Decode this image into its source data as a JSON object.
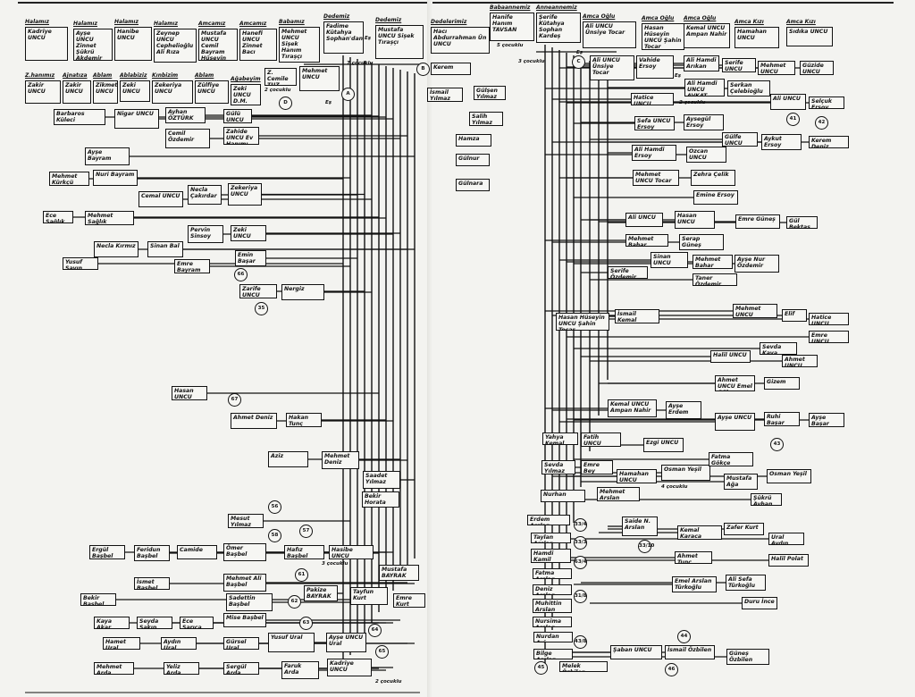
{
  "nodes": [
    {
      "title": "Halamız",
      "name": "Kadriye UNCU"
    },
    {
      "title": "Halamız",
      "name": "Ayşe UNCU Zinnet Şükrü Akdemir"
    },
    {
      "title": "Halamız",
      "name": "Hanibe UNCU"
    },
    {
      "title": "Halamız",
      "name": "Zeynep UNCU Cephelioğlu Ali Rıza"
    },
    {
      "title": "Amcamız",
      "name": "Mustafa UNCU Cemil Bayram Hüseyin Zeki"
    },
    {
      "title": "Amcamız",
      "name": "Hanefi UNCU Zinnet Bacı"
    },
    {
      "title": "Babamız",
      "name": "Mehmet UNCU Sişek Hanım Tıraşçı"
    },
    {
      "title": "Dedemiz",
      "name": "Fadime Kütahya Sophan'dan"
    },
    {
      "title": "Dedemiz",
      "name": "Mustafa UNCU Sişek Tıraşçı"
    },
    {
      "title": "Dedelerimiz",
      "name": "Hacı Abdurrahman Ün UNCU"
    },
    {
      "title": "Babaannemiz",
      "name": "Hanife Hanım TAVSAN"
    },
    {
      "title": "Anneannemiz",
      "name": "Şerife Kütahya Sophan Kardeş"
    },
    {
      "title": "Amca Oğlu",
      "name": "Ali UNCU Ünsiye Tocar"
    },
    {
      "title": "Amca Oğlu",
      "name": "Hasan Hüseyin UNCU Şahin Tocar"
    },
    {
      "title": "Amca Oğlu",
      "name": "Kemal UNCU Ampan Nahir"
    },
    {
      "title": "Amca Kızı",
      "name": "Hamahan UNCU"
    },
    {
      "title": "Amca Kızı",
      "name": "Sıdıka UNCU"
    },
    {
      "title": "Z.hanımız",
      "name": "Zakir UNCU"
    },
    {
      "title": "Ajnatıza",
      "name": "Zakir UNCU"
    },
    {
      "title": "Ablam",
      "name": "Zikmet UNCU"
    },
    {
      "title": "Ablabiziz",
      "name": "Zeki UNCU"
    },
    {
      "title": "Kınbizim",
      "name": "Zekeriya UNCU"
    },
    {
      "title": "Ablam",
      "name": "Zülfiye UNCU"
    },
    {
      "title": "Ağabeyim",
      "name": "Zeki UNCU D.M. Ofisi"
    },
    {
      "title": "",
      "name": "Z. Cemile TUZ Harp Kaf."
    },
    {
      "title": "",
      "name": "Mehmet UNCU"
    },
    {
      "title": "",
      "name": "Ayhan ÖZTÜRK"
    },
    {
      "title": "",
      "name": "Gülü UNCU"
    },
    {
      "title": "",
      "name": "Barbaros Küleci"
    },
    {
      "title": "",
      "name": "Nigar UNCU"
    },
    {
      "title": "",
      "name": "Cemil Özdemir"
    },
    {
      "title": "",
      "name": "Zahide UNCU Ev Hanımı"
    },
    {
      "title": "",
      "name": "Ayşe Bayram"
    },
    {
      "title": "",
      "name": "Mehmet Kürkçü"
    },
    {
      "title": "",
      "name": "Nuri Bayram"
    },
    {
      "title": "",
      "name": "Necla Çakırdar"
    },
    {
      "title": "",
      "name": "Zekeriya UNCU"
    },
    {
      "title": "",
      "name": "Cemal UNCU"
    },
    {
      "title": "",
      "name": "Ece Sağlık"
    },
    {
      "title": "",
      "name": "Mehmet Sağlık"
    },
    {
      "title": "",
      "name": "Pervin Sinsoy"
    },
    {
      "title": "",
      "name": "Zeki UNCU"
    },
    {
      "title": "",
      "name": "Necla Kırmız"
    },
    {
      "title": "",
      "name": "Sinan Bal"
    },
    {
      "title": "",
      "name": "Yusuf Sayın"
    },
    {
      "title": "",
      "name": "Emre Bayram"
    },
    {
      "title": "",
      "name": "Emin Başar"
    },
    {
      "title": "",
      "name": "Zarife UNCU"
    },
    {
      "title": "",
      "name": "Nergiz"
    },
    {
      "title": "",
      "name": "Hasan UNCU"
    },
    {
      "title": "",
      "name": "Hakan Tunç"
    },
    {
      "title": "",
      "name": "Ahmet Deniz"
    },
    {
      "title": "",
      "name": "Aziz"
    },
    {
      "title": "",
      "name": "Mehmet Deniz"
    },
    {
      "title": "",
      "name": "Saadet Yılmaz"
    },
    {
      "title": "",
      "name": "Bekir Horata"
    },
    {
      "title": "",
      "name": "Mesut Yılmaz"
    },
    {
      "title": "",
      "name": "Hafız Başbel"
    },
    {
      "title": "",
      "name": "Hasibe UNCU"
    },
    {
      "title": "",
      "name": "Ergül Başbel"
    },
    {
      "title": "",
      "name": "Feridun Başbel"
    },
    {
      "title": "",
      "name": "Camide"
    },
    {
      "title": "",
      "name": "Ömer Başbel"
    },
    {
      "title": "",
      "name": "Mustafa BAYRAK"
    },
    {
      "title": "",
      "name": "Mehmet Ali Başbel"
    },
    {
      "title": "",
      "name": "İsmet Başbel"
    },
    {
      "title": "",
      "name": "Pakize BAYRAK"
    },
    {
      "title": "",
      "name": "Tayfun Kurt"
    },
    {
      "title": "",
      "name": "Emre Kurt"
    },
    {
      "title": "",
      "name": "Bekir Başbel"
    },
    {
      "title": "",
      "name": "Sadettin Başbel"
    },
    {
      "title": "",
      "name": "Kaya Akar"
    },
    {
      "title": "",
      "name": "Seyda Sakıp"
    },
    {
      "title": "",
      "name": "Ece Sarıca"
    },
    {
      "title": "",
      "name": "Mise Başbel"
    },
    {
      "title": "",
      "name": "Hamet Ural"
    },
    {
      "title": "",
      "name": "Aydın Ural"
    },
    {
      "title": "",
      "name": "Gürsel Ural"
    },
    {
      "title": "",
      "name": "Yusuf Ural"
    },
    {
      "title": "",
      "name": "Ayşe UNCU Ural"
    },
    {
      "title": "",
      "name": "Mehmet Arda"
    },
    {
      "title": "",
      "name": "Yeliz Arda"
    },
    {
      "title": "",
      "name": "Sergül Arda"
    },
    {
      "title": "",
      "name": "Faruk Arda"
    },
    {
      "title": "",
      "name": "Kadriye UNCU"
    },
    {
      "title": "",
      "name": "Kerem"
    },
    {
      "title": "",
      "name": "İsmail Yılmaz"
    },
    {
      "title": "",
      "name": "Gülşen Yılmaz"
    },
    {
      "title": "",
      "name": "Salih Yılmaz"
    },
    {
      "title": "",
      "name": "Hamza"
    },
    {
      "title": "",
      "name": "Gülnur"
    },
    {
      "title": "",
      "name": "Gülnara"
    },
    {
      "title": "",
      "name": "Ali UNCU Ünsiye Tocar"
    },
    {
      "title": "",
      "name": "Vahide Ersoy"
    },
    {
      "title": "",
      "name": "Ali Hamdi Arıkan"
    },
    {
      "title": "",
      "name": "Serife UNCU Ersoy"
    },
    {
      "title": "",
      "name": "Mehmet UNCU Tocar"
    },
    {
      "title": "",
      "name": "Güzide UNCU"
    },
    {
      "title": "",
      "name": "Ali Hamdi UNCU AVKAT"
    },
    {
      "title": "",
      "name": "Serkan Çelebioğlu"
    },
    {
      "title": "",
      "name": "Hatice UNCU"
    },
    {
      "title": "",
      "name": "Ali UNCU"
    },
    {
      "title": "",
      "name": "Selçuk Ersoy"
    },
    {
      "title": "",
      "name": "Sefa UNCU Ersoy"
    },
    {
      "title": "",
      "name": "Aysegül Ersoy"
    },
    {
      "title": "",
      "name": "Gülfe UNCU"
    },
    {
      "title": "",
      "name": "Aykut Ersoy"
    },
    {
      "title": "",
      "name": "Ali Hamdi Ersoy"
    },
    {
      "title": "",
      "name": "Ozcan UNCU"
    },
    {
      "title": "",
      "name": "Kerem Deniz"
    },
    {
      "title": "",
      "name": "Mehmet UNCU Tocar"
    },
    {
      "title": "",
      "name": "Zehra Çelik"
    },
    {
      "title": "",
      "name": "Emine Ersoy"
    },
    {
      "title": "",
      "name": "Ali UNCU"
    },
    {
      "title": "",
      "name": "Hasan UNCU"
    },
    {
      "title": "",
      "name": "Emre Güneş"
    },
    {
      "title": "",
      "name": "Gül Bektaş"
    },
    {
      "title": "",
      "name": "Mehmet Bahar"
    },
    {
      "title": "",
      "name": "Serap Güneş"
    },
    {
      "title": "",
      "name": "Sinan UNCU"
    },
    {
      "title": "",
      "name": "Mehmet Bahar"
    },
    {
      "title": "",
      "name": "Ayşe Nur Özdemir"
    },
    {
      "title": "",
      "name": "Serife Özdemir"
    },
    {
      "title": "",
      "name": "Taner Özdemir"
    },
    {
      "title": "",
      "name": "Hasan Hüseyin UNCU Şahin Tocar"
    },
    {
      "title": "",
      "name": "İsmail Kemal"
    },
    {
      "title": "",
      "name": "Mehmet UNCU"
    },
    {
      "title": "",
      "name": "Elif"
    },
    {
      "title": "",
      "name": "Hatice UNCU"
    },
    {
      "title": "",
      "name": "Emre UNCU"
    },
    {
      "title": "",
      "name": "Sevda Kaya"
    },
    {
      "title": "",
      "name": "Halil UNCU"
    },
    {
      "title": "",
      "name": "Ahmet UNCU"
    },
    {
      "title": "",
      "name": "Ahmet UNCU Emel Gülşen"
    },
    {
      "title": "",
      "name": "Gizem"
    },
    {
      "title": "",
      "name": "Kemal UNCU Ampan Nahir"
    },
    {
      "title": "",
      "name": "Ayşe Erdem"
    },
    {
      "title": "",
      "name": "Ayşe UNCU"
    },
    {
      "title": "",
      "name": "Ruhi Başar"
    },
    {
      "title": "",
      "name": "Ayşe Başar"
    },
    {
      "title": "",
      "name": "Yahya Kemal"
    },
    {
      "title": "",
      "name": "Fatih UNCU"
    },
    {
      "title": "",
      "name": "Ezgi UNCU"
    },
    {
      "title": "",
      "name": "Sevda Yılmaz"
    },
    {
      "title": "",
      "name": "Emre Bey"
    },
    {
      "title": "",
      "name": "Hamahan UNCU"
    },
    {
      "title": "",
      "name": "Osman Yeşil"
    },
    {
      "title": "",
      "name": "Osman Yeşil"
    },
    {
      "title": "",
      "name": "Fatma Gökçe"
    },
    {
      "title": "",
      "name": "Mustafa Ağa"
    },
    {
      "title": "",
      "name": "Nurhan"
    },
    {
      "title": "",
      "name": "Mehmet Arslan"
    },
    {
      "title": "",
      "name": "Saide N. Arslan"
    },
    {
      "title": "",
      "name": "Erdem Arslan"
    },
    {
      "title": "",
      "name": "Taylan Arslan"
    },
    {
      "title": "",
      "name": "Hamdi Kamil Arslan"
    },
    {
      "title": "",
      "name": "Fatma Arslan"
    },
    {
      "title": "",
      "name": "Deniz Arslan"
    },
    {
      "title": "",
      "name": "Muhittin Arslan"
    },
    {
      "title": "",
      "name": "Nursima Arslan"
    },
    {
      "title": "",
      "name": "Nurdan Ayi"
    },
    {
      "title": "",
      "name": "Bilge Arslan"
    },
    {
      "title": "",
      "name": "Şaban UNCU"
    },
    {
      "title": "",
      "name": "İsmail Özbilen"
    },
    {
      "title": "",
      "name": "Melek Özbilen"
    },
    {
      "title": "",
      "name": "Güneş Özbilen"
    },
    {
      "title": "",
      "name": "Emel Arslan Türkoğlu"
    },
    {
      "title": "",
      "name": "Ali Sefa Türkoğlu"
    },
    {
      "title": "",
      "name": "Duru İnce"
    },
    {
      "title": "",
      "name": "Kemal Karaca"
    },
    {
      "title": "",
      "name": "Zafer Kurt"
    },
    {
      "title": "",
      "name": "Ural Aydın"
    },
    {
      "title": "",
      "name": "Halil Polat"
    },
    {
      "title": "",
      "name": "Ahmet Tunç"
    },
    {
      "title": "",
      "name": "Şükrü Ayhan"
    }
  ],
  "markers": [
    "A",
    "B",
    "C",
    "D",
    "35",
    "56",
    "57",
    "58",
    "61",
    "62",
    "63",
    "64",
    "65",
    "66",
    "67",
    "41",
    "42",
    "43",
    "33/10",
    "33/4",
    "33/3",
    "63/4",
    "31/8",
    "43/8",
    "45",
    "44",
    "46"
  ],
  "captions": [
    "7 çocuklu",
    "5 çocuklu",
    "3 çocuklu",
    "2 çocuklu",
    "2 çocuklu",
    "3 çocuklu",
    "2 çocuklu",
    "4 çocuklu",
    "Eş",
    "Eş",
    "Eş",
    "Eş"
  ]
}
